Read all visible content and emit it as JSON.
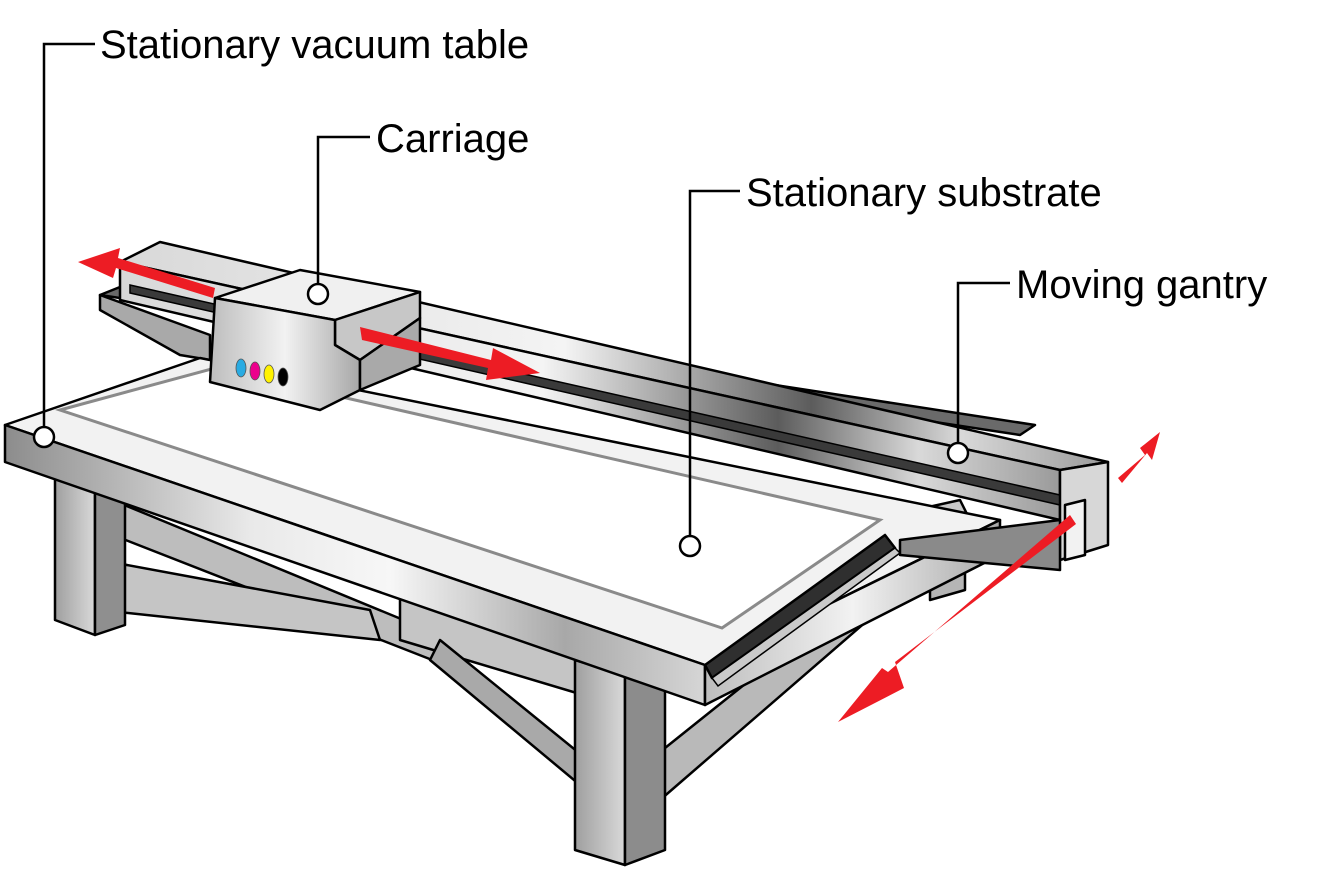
{
  "diagram": {
    "callouts": {
      "vacuum_table": "Stationary vacuum table",
      "carriage": "Carriage",
      "substrate": "Stationary substrate",
      "gantry": "Moving gantry"
    },
    "ink_colors": [
      "#29abe2",
      "#ec008c",
      "#fff200",
      "#000000"
    ],
    "arrow_color": "#ed1c24"
  }
}
